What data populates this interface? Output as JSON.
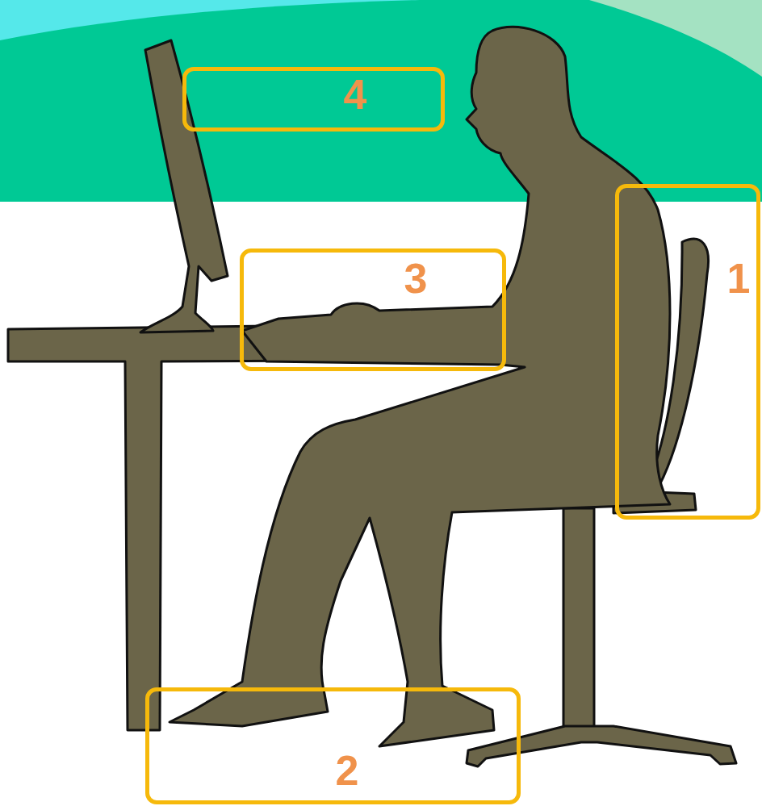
{
  "diagram": {
    "nodes": [
      {
        "text": [
          "4"
        ]
      },
      {
        "text": [
          "1"
        ]
      },
      {
        "text": [
          "3"
        ]
      },
      {
        "text": [
          "2"
        ]
      }
    ]
  }
}
